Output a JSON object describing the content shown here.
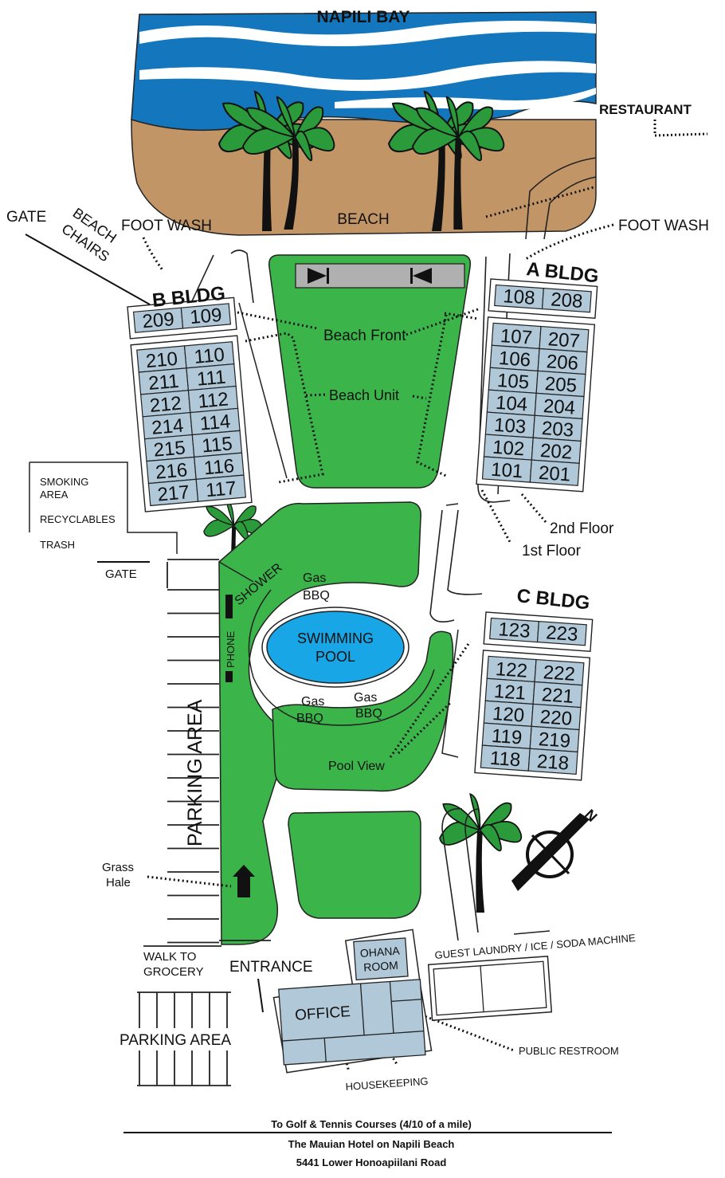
{
  "map": {
    "bay": "NAPILI BAY",
    "beach": "BEACH",
    "restaurant": "RESTAURANT",
    "gate_top": "GATE",
    "beach_chairs_1": "BEACH",
    "beach_chairs_2": "CHAIRS",
    "foot_wash_left": "FOOT WASH",
    "foot_wash_right": "FOOT WASH",
    "beach_front": "Beach Front",
    "beach_unit": "Beach Unit",
    "pool_view": "Pool View",
    "floor_2": "2nd Floor",
    "floor_1": "1st Floor",
    "smoking_1": "SMOKING",
    "smoking_2": "AREA",
    "recyclables": "RECYCLABLES",
    "trash": "TRASH",
    "gate_left": "GATE",
    "shower": "SHOWER",
    "phone": "PHONE",
    "gas": "Gas",
    "bbq": "BBQ",
    "pool_1": "SWIMMING",
    "pool_2": "POOL",
    "parking_main": "PARKING AREA",
    "parking_lower": "PARKING AREA",
    "grass_1": "Grass",
    "grass_2": "Hale",
    "walk_1": "WALK TO",
    "walk_2": "GROCERY",
    "entrance": "ENTRANCE",
    "ohana_1": "OHANA",
    "ohana_2": "ROOM",
    "office": "OFFICE",
    "laundry": "GUEST LAUNDRY / ICE / SODA MACHINE",
    "restroom": "PUBLIC RESTROOM",
    "housekeeping": "HOUSEKEEPING",
    "compass_n": "N"
  },
  "buildings": {
    "a": {
      "name": "A BLDG",
      "front": [
        "108",
        "208"
      ],
      "rooms": [
        [
          "107",
          "207"
        ],
        [
          "106",
          "206"
        ],
        [
          "105",
          "205"
        ],
        [
          "104",
          "204"
        ],
        [
          "103",
          "203"
        ],
        [
          "102",
          "202"
        ],
        [
          "101",
          "201"
        ]
      ]
    },
    "b": {
      "name": "B BLDG",
      "front": [
        "209",
        "109"
      ],
      "rooms": [
        [
          "210",
          "110"
        ],
        [
          "211",
          "111"
        ],
        [
          "212",
          "112"
        ],
        [
          "214",
          "114"
        ],
        [
          "215",
          "115"
        ],
        [
          "216",
          "116"
        ],
        [
          "217",
          "117"
        ]
      ]
    },
    "c": {
      "name": "C BLDG",
      "front": [
        "123",
        "223"
      ],
      "rooms": [
        [
          "122",
          "222"
        ],
        [
          "121",
          "221"
        ],
        [
          "120",
          "220"
        ],
        [
          "119",
          "219"
        ],
        [
          "118",
          "218"
        ]
      ]
    }
  },
  "footer": {
    "courses": "To Golf & Tennis Courses (4/10 of a mile)",
    "hotel": "The Mauian Hotel on Napili Beach",
    "address": "5441 Lower Honoapiilani Road"
  },
  "colors": {
    "ocean": "#1477bd",
    "sand": "#c29566",
    "grass": "#3bb54a",
    "room": "#b0c8d8",
    "pool": "#19a6e6"
  }
}
